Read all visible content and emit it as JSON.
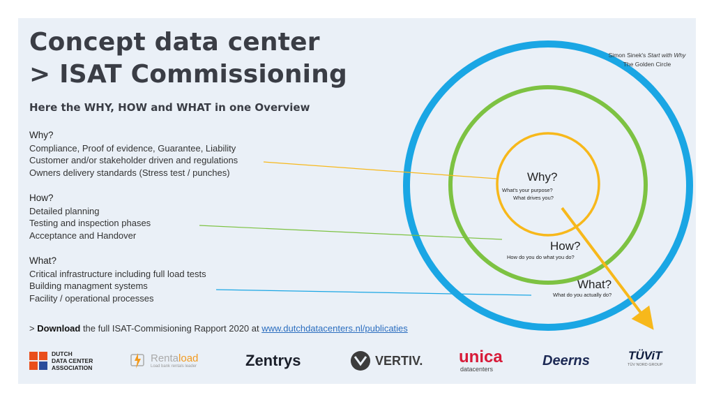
{
  "title_line1": "Concept data center",
  "title_line2": "> ISAT Commissioning",
  "subtitle": "Here the WHY, HOW and WHAT in one Overview",
  "why": {
    "head": "Why?",
    "items": [
      "Compliance, Proof of evidence, Guarantee, Liability",
      "Customer and/or stakeholder driven and regulations",
      "Owners delivery standards (Stress test / punches)"
    ]
  },
  "how": {
    "head": "How?",
    "items": [
      "Detailed planning",
      "Testing and inspection phases",
      "Acceptance and Handover"
    ]
  },
  "what": {
    "head": "What?",
    "items": [
      "Critical infrastructure including full load tests",
      "Building managment systems",
      "Facility / operational processes"
    ]
  },
  "credit": {
    "line1_prefix": "Simon Sinek's ",
    "line1_italic": "Start with Why",
    "line2": "The Golden Circle"
  },
  "circle": {
    "why_label": "Why?",
    "why_sub1": "What's your purpose?",
    "why_sub2": "What drives you?",
    "how_label": "How?",
    "how_sub": "How do you do what you do?",
    "what_label": "What?",
    "what_sub": "What do you actually do?"
  },
  "colors": {
    "outer_ring": "#1aa6e4",
    "middle_ring": "#7dc242",
    "inner_ring": "#f7b81b",
    "arrow": "#f7b81b"
  },
  "download": {
    "prefix": "> ",
    "bold": "Download",
    "text": " the full ISAT-Commisioning Rapport 2020 at ",
    "link": "www.dutchdatacenters.nl/publicaties"
  },
  "logos": {
    "dda_1": "DUTCH",
    "dda_2": "DATA CENTER",
    "dda_3": "ASSOCIATION",
    "rentaload_a": "Renta",
    "rentaload_b": "load",
    "rentaload_tag": "Load bank rentals leader",
    "zentrys": "Zentrys",
    "vertiv": "VERTIV.",
    "unica": "unica",
    "unica_sub": "datacenters",
    "deerns": "Deerns",
    "tuvit": "TÜViT",
    "tuvit_sub": "TÜV NORD GROUP"
  }
}
